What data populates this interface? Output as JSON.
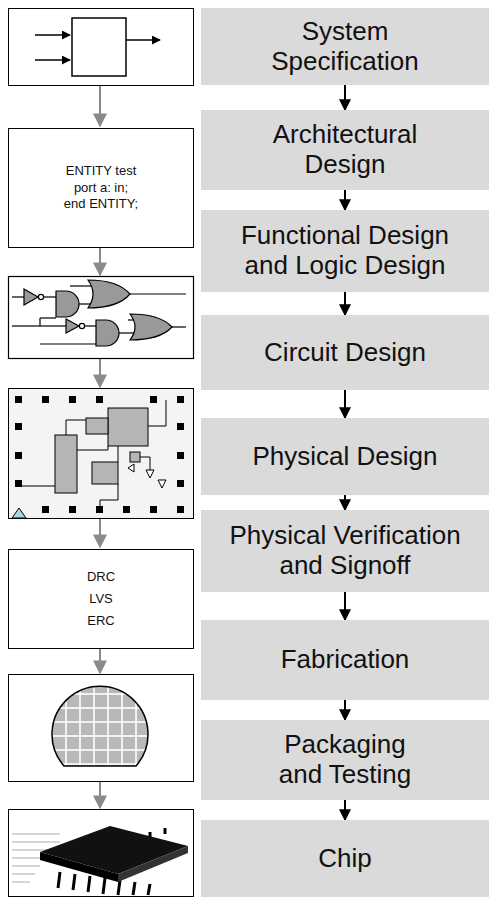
{
  "diagram": {
    "nodes": [
      {
        "text": [
          "System Specification"
        ]
      },
      {
        "text": [
          "Architectural Design"
        ]
      },
      {
        "text": [
          "Functional Design and Logic Design"
        ]
      },
      {
        "text": [
          "Circuit Design"
        ]
      },
      {
        "text": [
          "Physical Design"
        ]
      },
      {
        "text": [
          "Physical Verification and Signoff"
        ]
      },
      {
        "text": [
          "Fabrication"
        ]
      },
      {
        "text": [
          "Packaging and Testing"
        ]
      },
      {
        "text": [
          "Chip"
        ]
      },
      {
        "text": [
          "ENTITY test",
          "port a: in;",
          "end ENTITY;"
        ]
      },
      {
        "text": [
          "DRC",
          "LVS",
          "ERC"
        ]
      }
    ],
    "edges": [
      {
        "from": 0,
        "to": 1,
        "arrow": "to"
      },
      {
        "from": 1,
        "to": 2,
        "arrow": "to"
      },
      {
        "from": 2,
        "to": 3,
        "arrow": "to"
      },
      {
        "from": 3,
        "to": 4,
        "arrow": "to"
      },
      {
        "from": 4,
        "to": 5,
        "arrow": "to"
      },
      {
        "from": 5,
        "to": 6,
        "arrow": "to"
      },
      {
        "from": 6,
        "to": 7,
        "arrow": "to"
      },
      {
        "from": 7,
        "to": 8,
        "arrow": "to"
      }
    ]
  }
}
